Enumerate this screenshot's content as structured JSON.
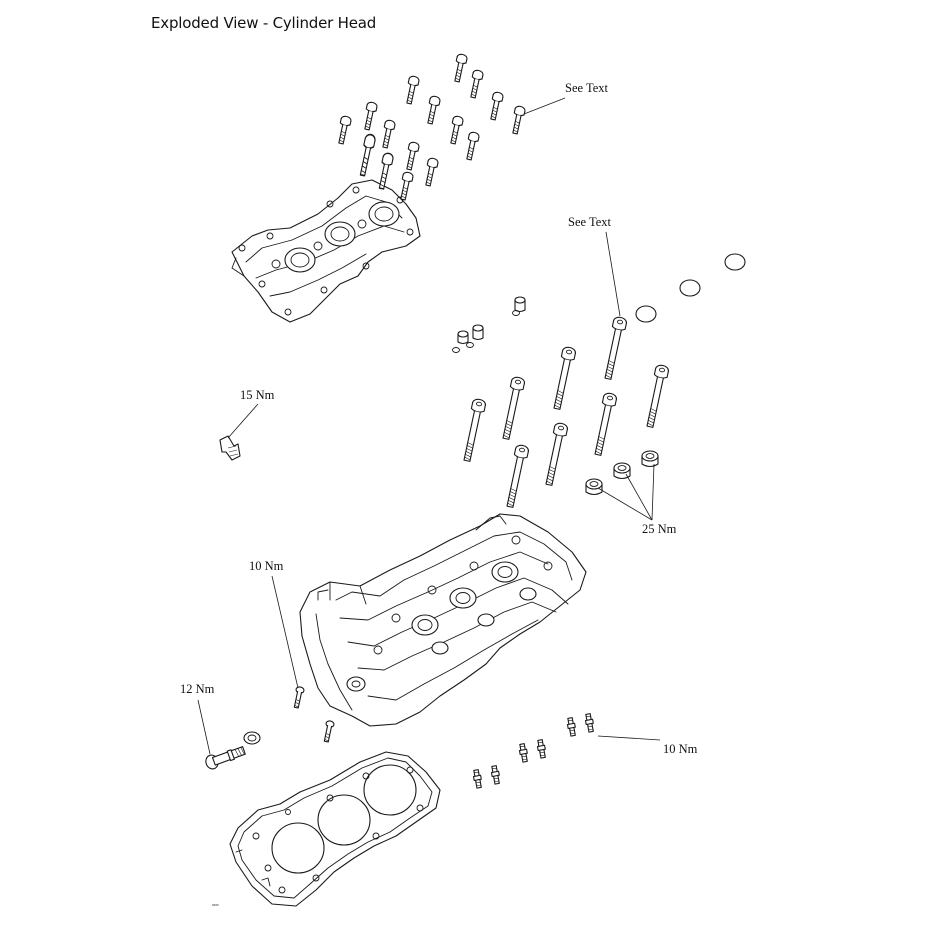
{
  "title": "Exploded View - Cylinder Head",
  "callouts": {
    "cover_bolts": "See Text",
    "head_bolts": "See Text",
    "sensor_torque": "15 Nm",
    "cap_nuts_torque": "25 Nm",
    "side_bolt_torque": "10 Nm",
    "plug_torque": "12 Nm",
    "stud_torque": "10 Nm"
  },
  "figure_number": "#### "
}
